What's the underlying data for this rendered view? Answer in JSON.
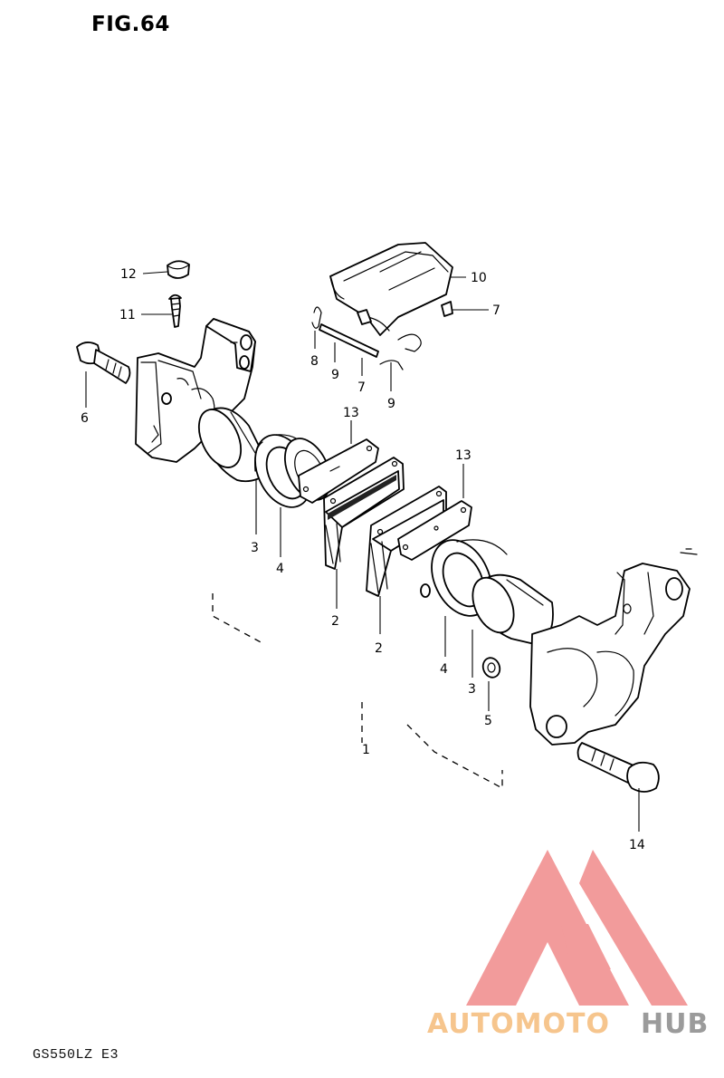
{
  "figure": {
    "title": "FIG.64",
    "model_code": "GS550LZ E3"
  },
  "callouts": [
    {
      "id": "c1",
      "label": "1"
    },
    {
      "id": "c2a",
      "label": "2"
    },
    {
      "id": "c2b",
      "label": "2"
    },
    {
      "id": "c3a",
      "label": "3"
    },
    {
      "id": "c3b",
      "label": "3"
    },
    {
      "id": "c4a",
      "label": "4"
    },
    {
      "id": "c4b",
      "label": "4"
    },
    {
      "id": "c5",
      "label": "5"
    },
    {
      "id": "c6",
      "label": "6"
    },
    {
      "id": "c7a",
      "label": "7"
    },
    {
      "id": "c7b",
      "label": "7"
    },
    {
      "id": "c8",
      "label": "8"
    },
    {
      "id": "c9a",
      "label": "9"
    },
    {
      "id": "c9b",
      "label": "9"
    },
    {
      "id": "c10",
      "label": "10"
    },
    {
      "id": "c11",
      "label": "11"
    },
    {
      "id": "c12",
      "label": "12"
    },
    {
      "id": "c13a",
      "label": "13"
    },
    {
      "id": "c13b",
      "label": "13"
    },
    {
      "id": "c14",
      "label": "14"
    }
  ],
  "watermark": {
    "part1": "AUTOMOTO",
    "part2": "HUB",
    "color_red": "#f08a8a",
    "color_orange": "#f5bb7a",
    "color_gray": "#8a8a8a"
  }
}
